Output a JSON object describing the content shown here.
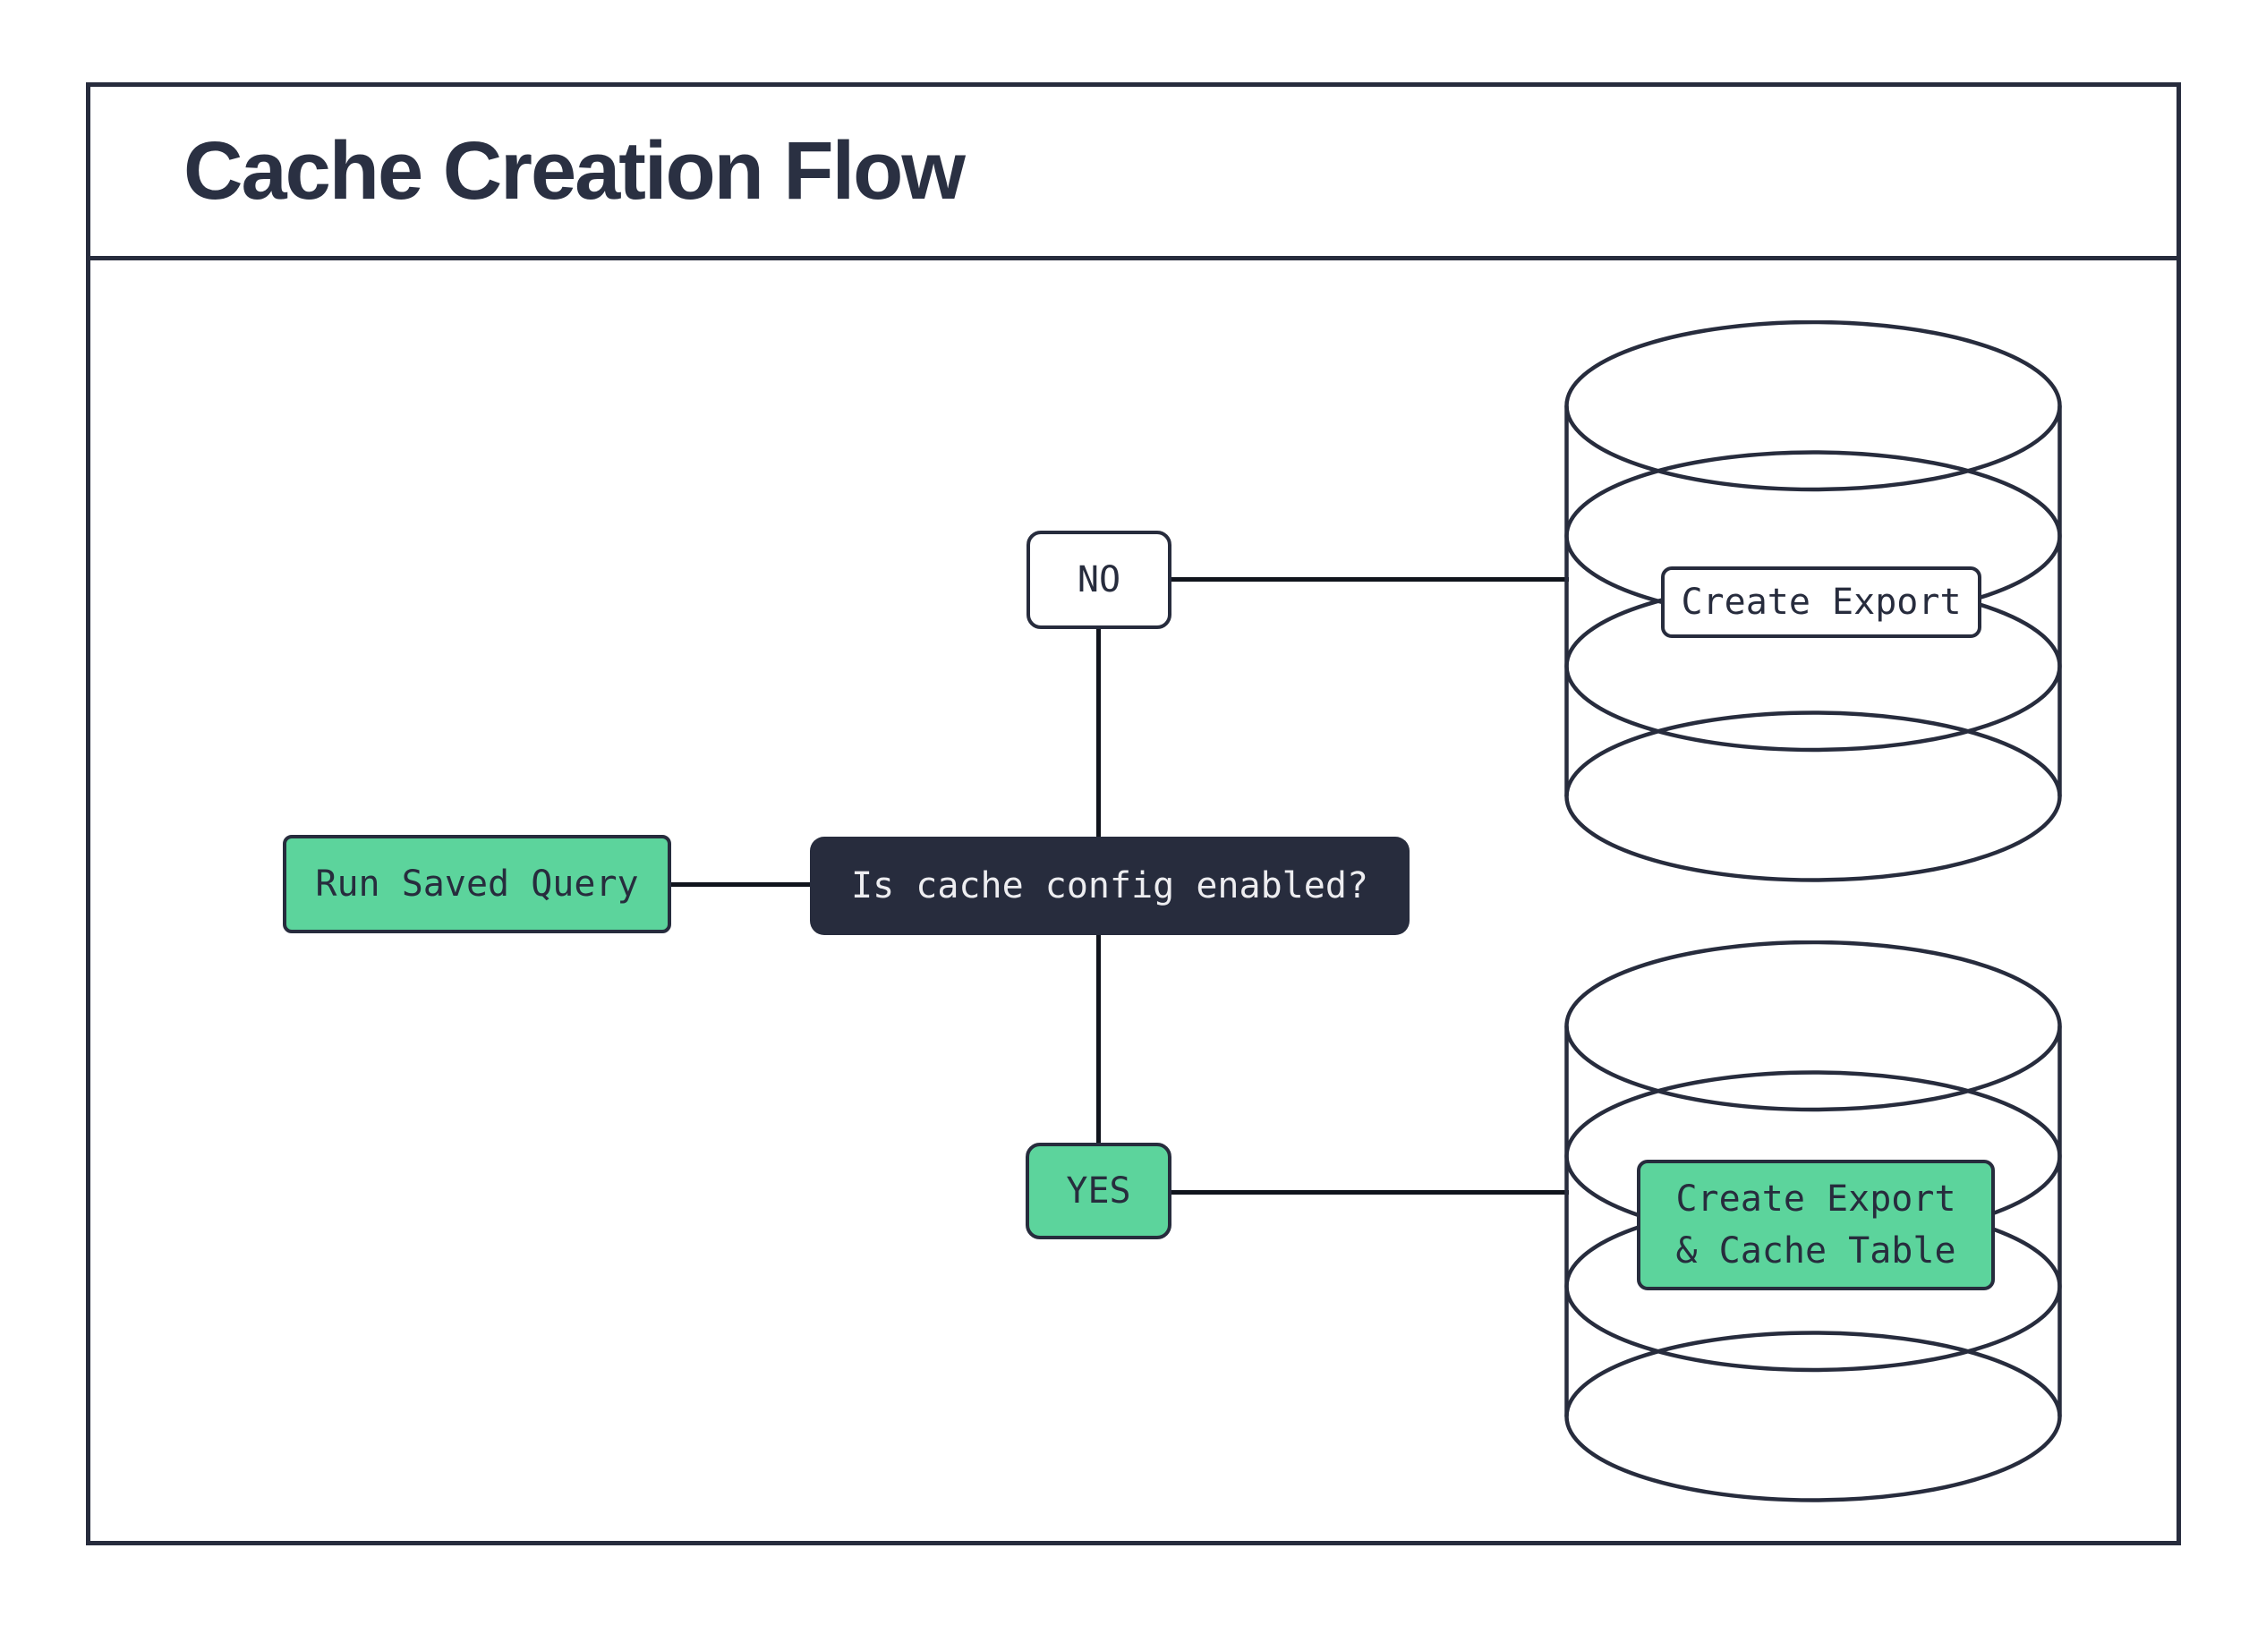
{
  "header": {
    "title": "Cache Creation Flow"
  },
  "colors": {
    "ink": "#272c3d",
    "green": "#5cd49c",
    "connector_line": "#10141c",
    "light_text": "#ededf0",
    "canvas": "#ffffff"
  },
  "flow": {
    "start": {
      "label": "Run Saved Query"
    },
    "decision": {
      "label": "Is cache config enabled?"
    },
    "branch_no": {
      "label": "NO"
    },
    "branch_yes": {
      "label": "YES"
    },
    "no_outcome": {
      "label": "Create Export"
    },
    "yes_outcome": {
      "lines": [
        "Create Export",
        "& Cache Table"
      ]
    }
  }
}
